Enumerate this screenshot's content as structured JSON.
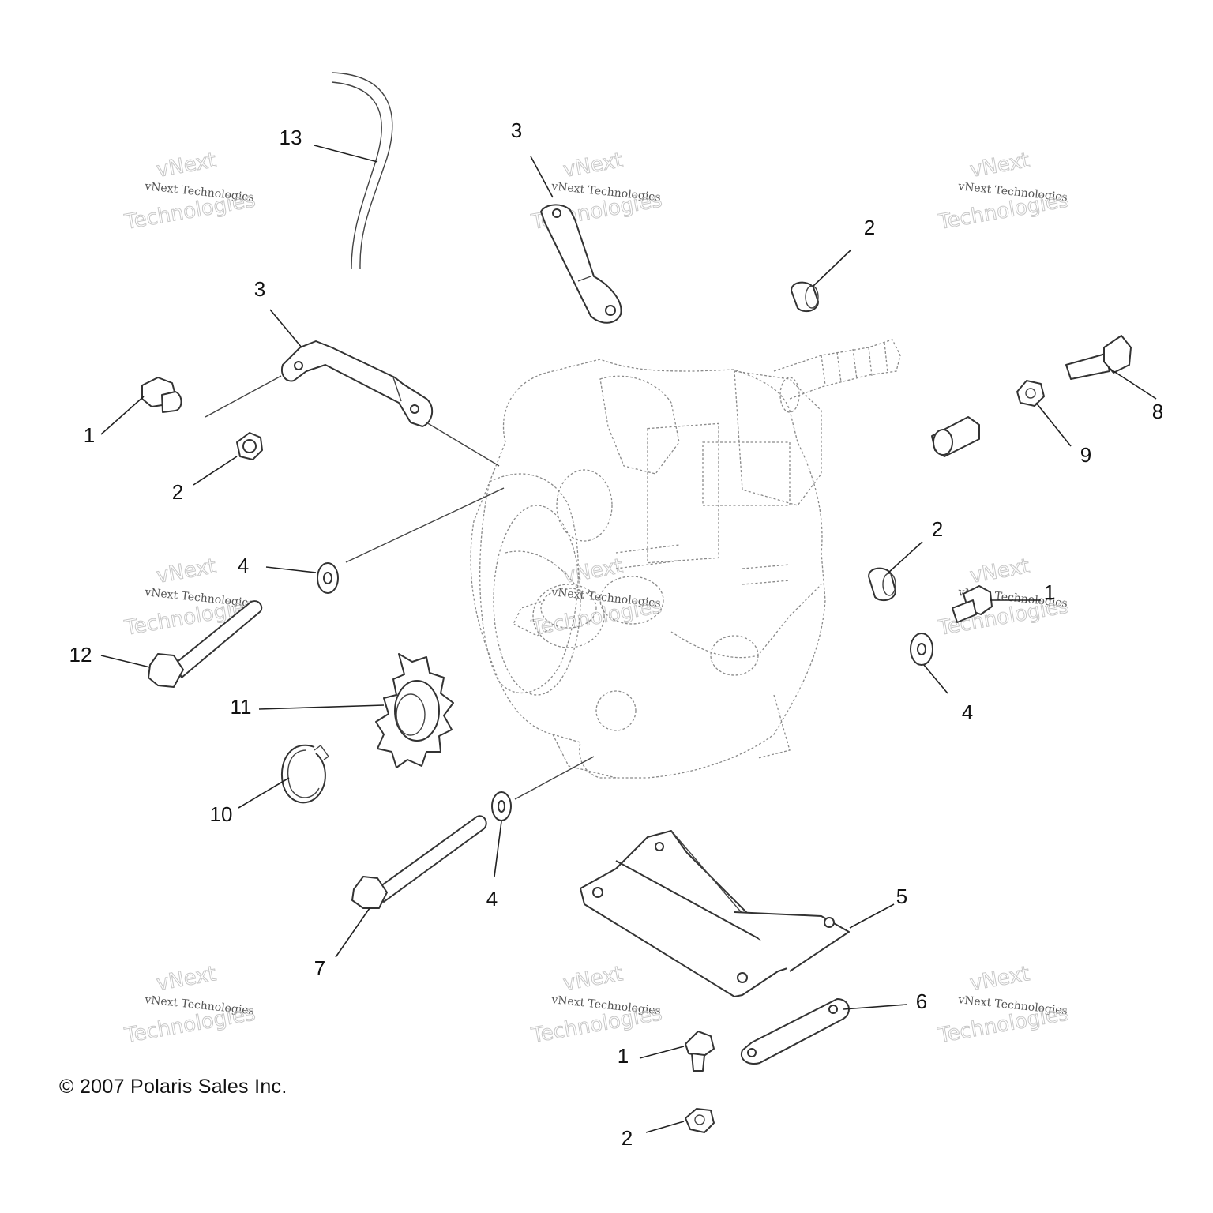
{
  "diagram": {
    "copyright": "© 2007 Polaris Sales Inc.",
    "watermark": {
      "small": "vNext Technologies",
      "big_top": "vNext",
      "big_bottom": "Technologies"
    },
    "callouts": [
      {
        "id": "c13",
        "label": "13",
        "part": "cable"
      },
      {
        "id": "c3a",
        "label": "3",
        "part": "bracket-upper"
      },
      {
        "id": "c2a",
        "label": "2",
        "part": "flange-nut"
      },
      {
        "id": "c3b",
        "label": "3",
        "part": "bracket-left"
      },
      {
        "id": "c1a",
        "label": "1",
        "part": "flange-bolt"
      },
      {
        "id": "c8",
        "label": "8",
        "part": "hex-bolt"
      },
      {
        "id": "c2b",
        "label": "2",
        "part": "flange-nut"
      },
      {
        "id": "c9",
        "label": "9",
        "part": "hex-nut"
      },
      {
        "id": "c4a",
        "label": "4",
        "part": "washer"
      },
      {
        "id": "c2c",
        "label": "2",
        "part": "flange-nut"
      },
      {
        "id": "c1b",
        "label": "1",
        "part": "flange-bolt"
      },
      {
        "id": "c12",
        "label": "12",
        "part": "long-bolt"
      },
      {
        "id": "c4b",
        "label": "4",
        "part": "washer"
      },
      {
        "id": "c11",
        "label": "11",
        "part": "sprocket"
      },
      {
        "id": "c10",
        "label": "10",
        "part": "snap-ring"
      },
      {
        "id": "c4c",
        "label": "4",
        "part": "washer"
      },
      {
        "id": "c5",
        "label": "5",
        "part": "mount-plate"
      },
      {
        "id": "c7",
        "label": "7",
        "part": "long-bolt"
      },
      {
        "id": "c6",
        "label": "6",
        "part": "strap"
      },
      {
        "id": "c1c",
        "label": "1",
        "part": "flange-bolt"
      },
      {
        "id": "c2d",
        "label": "2",
        "part": "flange-nut"
      }
    ]
  }
}
